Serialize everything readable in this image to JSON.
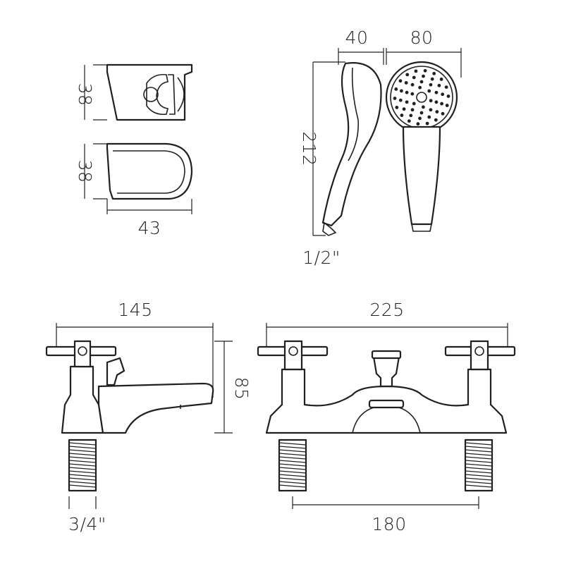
{
  "colors": {
    "line": "#231f20",
    "background": "#ffffff"
  },
  "holder": {
    "height_front": "38",
    "height_side": "38",
    "depth": "43"
  },
  "handset": {
    "length": "212",
    "side_width": "40",
    "head_diameter": "80",
    "connector": "1/2\""
  },
  "mixer_side": {
    "spout_reach": "145",
    "height": "85",
    "tail_size": "3/4\""
  },
  "mixer_front": {
    "overall_width": "225",
    "tap_centres": "180"
  }
}
